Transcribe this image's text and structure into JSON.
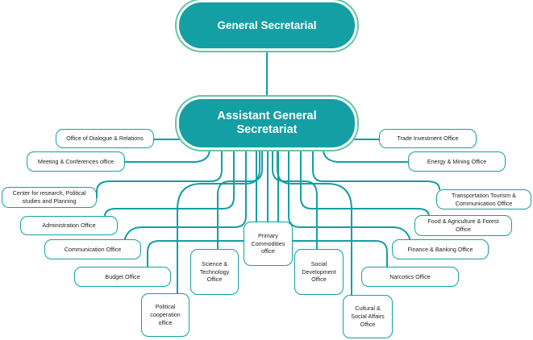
{
  "colors": {
    "teal": "#149fa4",
    "halo": "#66c4a6"
  },
  "top_node": {
    "label": "General Secretarial"
  },
  "center_node": {
    "line1": "Assistant General",
    "line2": "Secretariat"
  },
  "offices": {
    "dialogue_relations": "Office of Dialogue & Relations",
    "meeting_conferences": "Meeting & Conferences office",
    "research_line1": "Center for  research, Political",
    "research_line2": "studies and Planning",
    "administration": "Administration Office",
    "communication": "Communication Office",
    "budget": "Budget Office",
    "political_line1": "Political",
    "political_line2": "cooperation",
    "political_line3": "office",
    "science_line1": "Science &",
    "science_line2": "Technology",
    "science_line3": "Office",
    "primary_line1": "Primary",
    "primary_line2": "Commodities",
    "primary_line3": "office",
    "social_line1": "Social",
    "social_line2": "Development",
    "social_line3": "Office",
    "cultural_line1": "Cultural &",
    "cultural_line2": "Social Affairs",
    "cultural_line3": "Office",
    "narcotics": "Narcotics Office",
    "finance": "Finance & Banking Office",
    "food_line1": "Food & Agriculture & Forest",
    "food_line2": "Office",
    "transport_line1": "Transportation Tourism &",
    "transport_line2": "Communication Office",
    "energy": "Energy & Mining Office",
    "trade": "Trade Investment Office"
  }
}
